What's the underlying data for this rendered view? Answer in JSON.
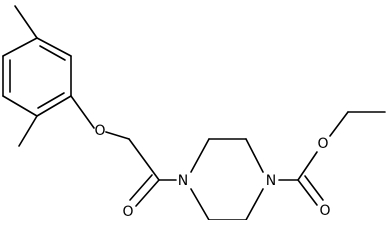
{
  "molecule": {
    "atoms": {
      "ether_oxygen": "O",
      "ketone_oxygen": "O",
      "piperazine_nitrogen_left": "N",
      "piperazine_nitrogen_right": "N",
      "ester_carbonyl_oxygen": "O",
      "ester_oxygen": "O"
    }
  },
  "colors": {
    "bond": "#000000",
    "label": "#000000",
    "background": "#ffffff"
  }
}
